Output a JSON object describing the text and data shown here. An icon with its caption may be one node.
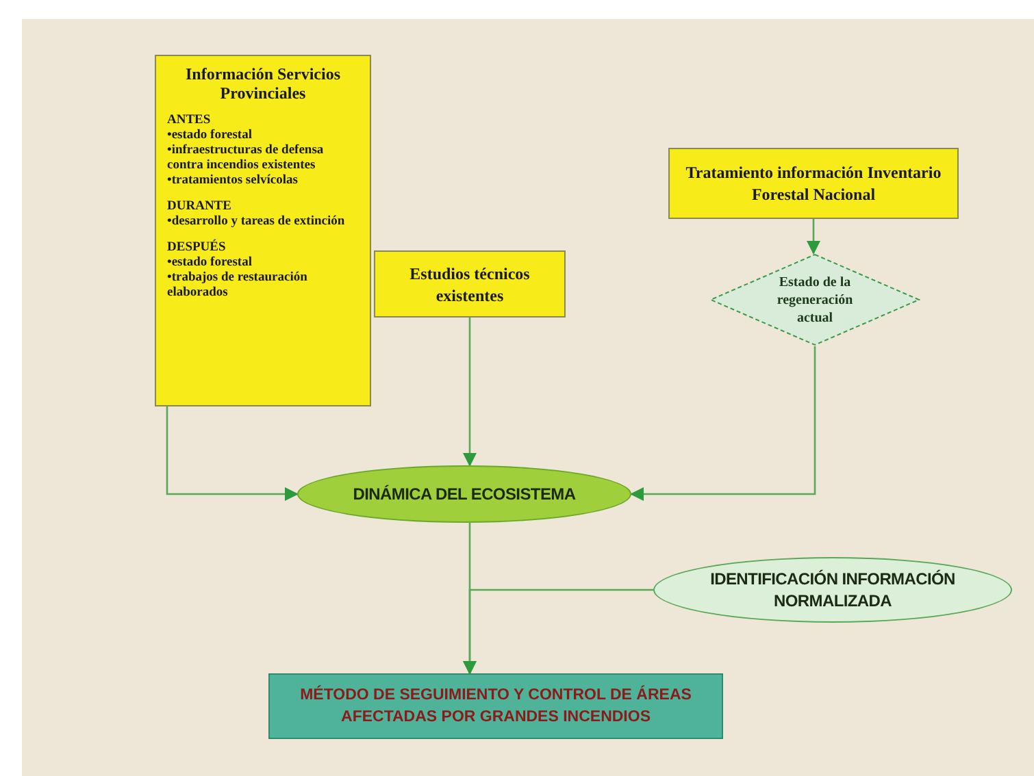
{
  "diagram": {
    "nodes": [
      {
        "text": [
          "Información Servicios Provinciales",
          "ANTES",
          "•estado forestal",
          "•infraestructuras de defensa contra incendios existentes",
          "•tratamientos selvícolas",
          "DURANTE",
          "•desarrollo y tareas de extinción",
          "DESPUÉS",
          "•estado forestal",
          "•trabajos de restauración elaborados"
        ]
      },
      {
        "text": [
          "Estudios técnicos existentes"
        ]
      },
      {
        "text": [
          "Tratamiento información Inventario Forestal Nacional"
        ]
      },
      {
        "text": [
          "Estado de la regeneración actual"
        ]
      },
      {
        "text": [
          "DINÁMICA DEL ECOSISTEMA"
        ]
      },
      {
        "text": [
          "IDENTIFICACIÓN INFORMACIÓN NORMALIZADA"
        ]
      },
      {
        "text": [
          "MÉTODO DE SEGUIMIENTO Y CONTROL DE ÁREAS AFECTADAS POR GRANDES INCENDIOS"
        ]
      }
    ],
    "edges": [
      {
        "from": 0,
        "to": 4,
        "arrow": "to"
      },
      {
        "from": 1,
        "to": 4,
        "arrow": "to"
      },
      {
        "from": 2,
        "to": 3,
        "arrow": "to"
      },
      {
        "from": 3,
        "to": 4,
        "arrow": "to"
      },
      {
        "from": 4,
        "to": 6,
        "arrow": "to"
      },
      {
        "from": 5,
        "to": 6,
        "arrow": "to"
      }
    ]
  }
}
